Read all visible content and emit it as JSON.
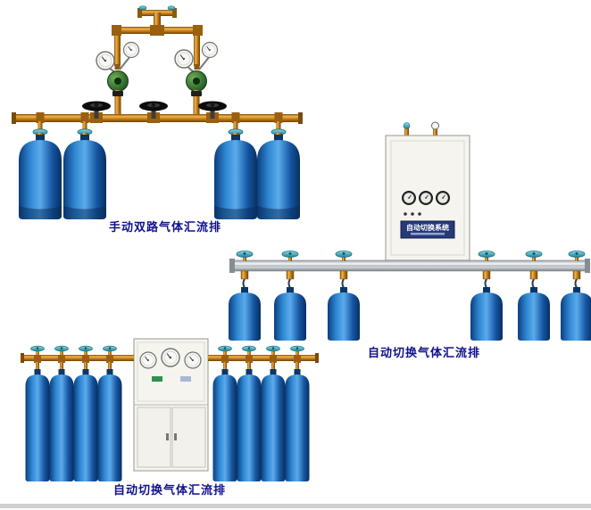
{
  "page": {
    "background": "#ffffff"
  },
  "figures": {
    "manual_dual": {
      "caption": "手动双路气体汇流排",
      "cylinder_count": 4
    },
    "auto_switch_wall": {
      "caption": "自动切换气体汇流排",
      "cabinet_plate": "自动切换系统",
      "cylinder_count": 6
    },
    "auto_switch_cabinet": {
      "caption": "自动切换气体汇流排",
      "cylinder_count": 8
    }
  },
  "colors": {
    "caption_text": "#10108e",
    "cylinder_blue": "#2e85d0",
    "brass_pipe": "#c47d16",
    "valve_teal": "#3aa8c0",
    "regulator_green": "#2e6b2e",
    "cabinet_body": "#f5f4ef",
    "manifold_steel": "#c3c9cd",
    "plate_navy": "#263a78"
  }
}
